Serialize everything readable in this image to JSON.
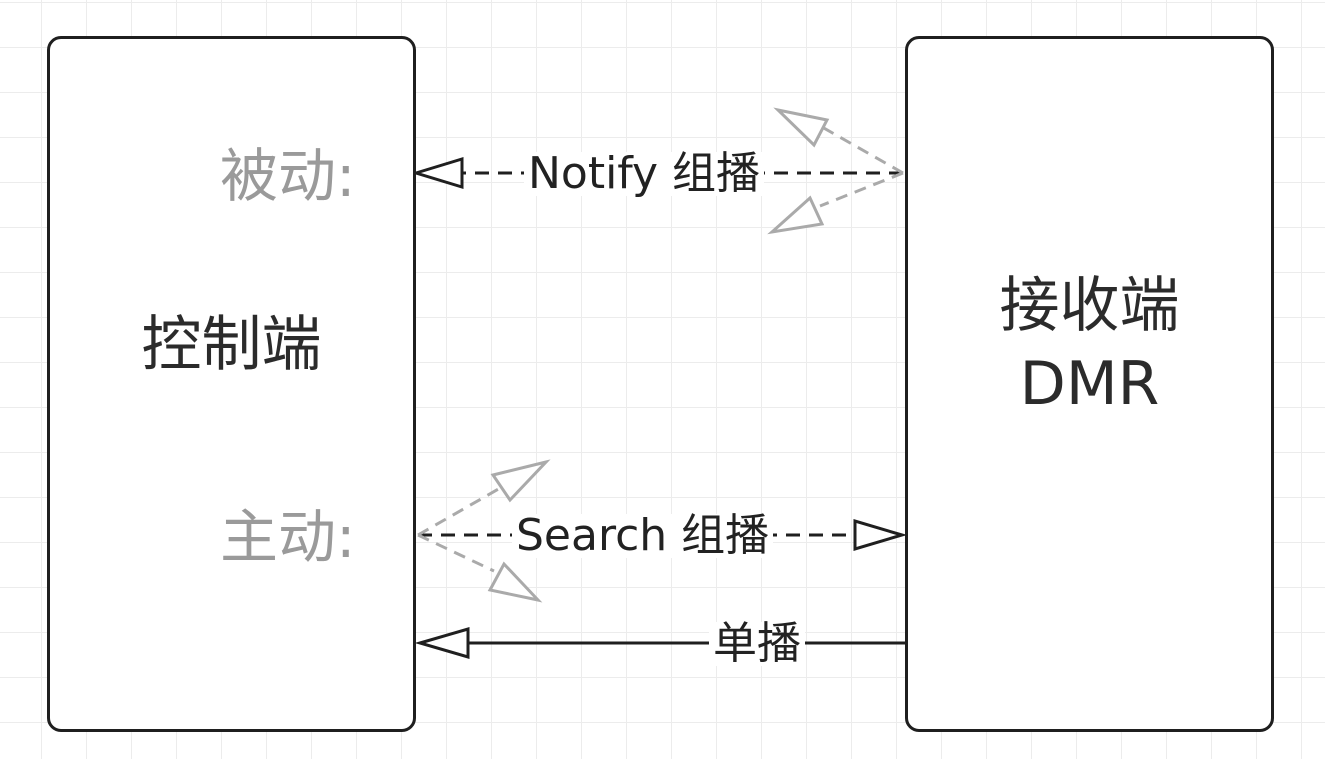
{
  "diagram": {
    "controller": {
      "title": "控制端",
      "passive_label": "被动:",
      "active_label": "主动:"
    },
    "receiver": {
      "title": "接收端",
      "subtitle": "DMR"
    },
    "edges": {
      "notify": {
        "label": "Notify 组播",
        "style": "dashed"
      },
      "search": {
        "label": "Search 组播",
        "style": "dashed"
      },
      "unicast": {
        "label": "单播",
        "style": "solid"
      }
    },
    "colors": {
      "stroke": "#1f1f1f",
      "ghost_arrow": "#aaaaaa",
      "side_label": "#9a9a9a",
      "grid": "#ececec"
    }
  }
}
